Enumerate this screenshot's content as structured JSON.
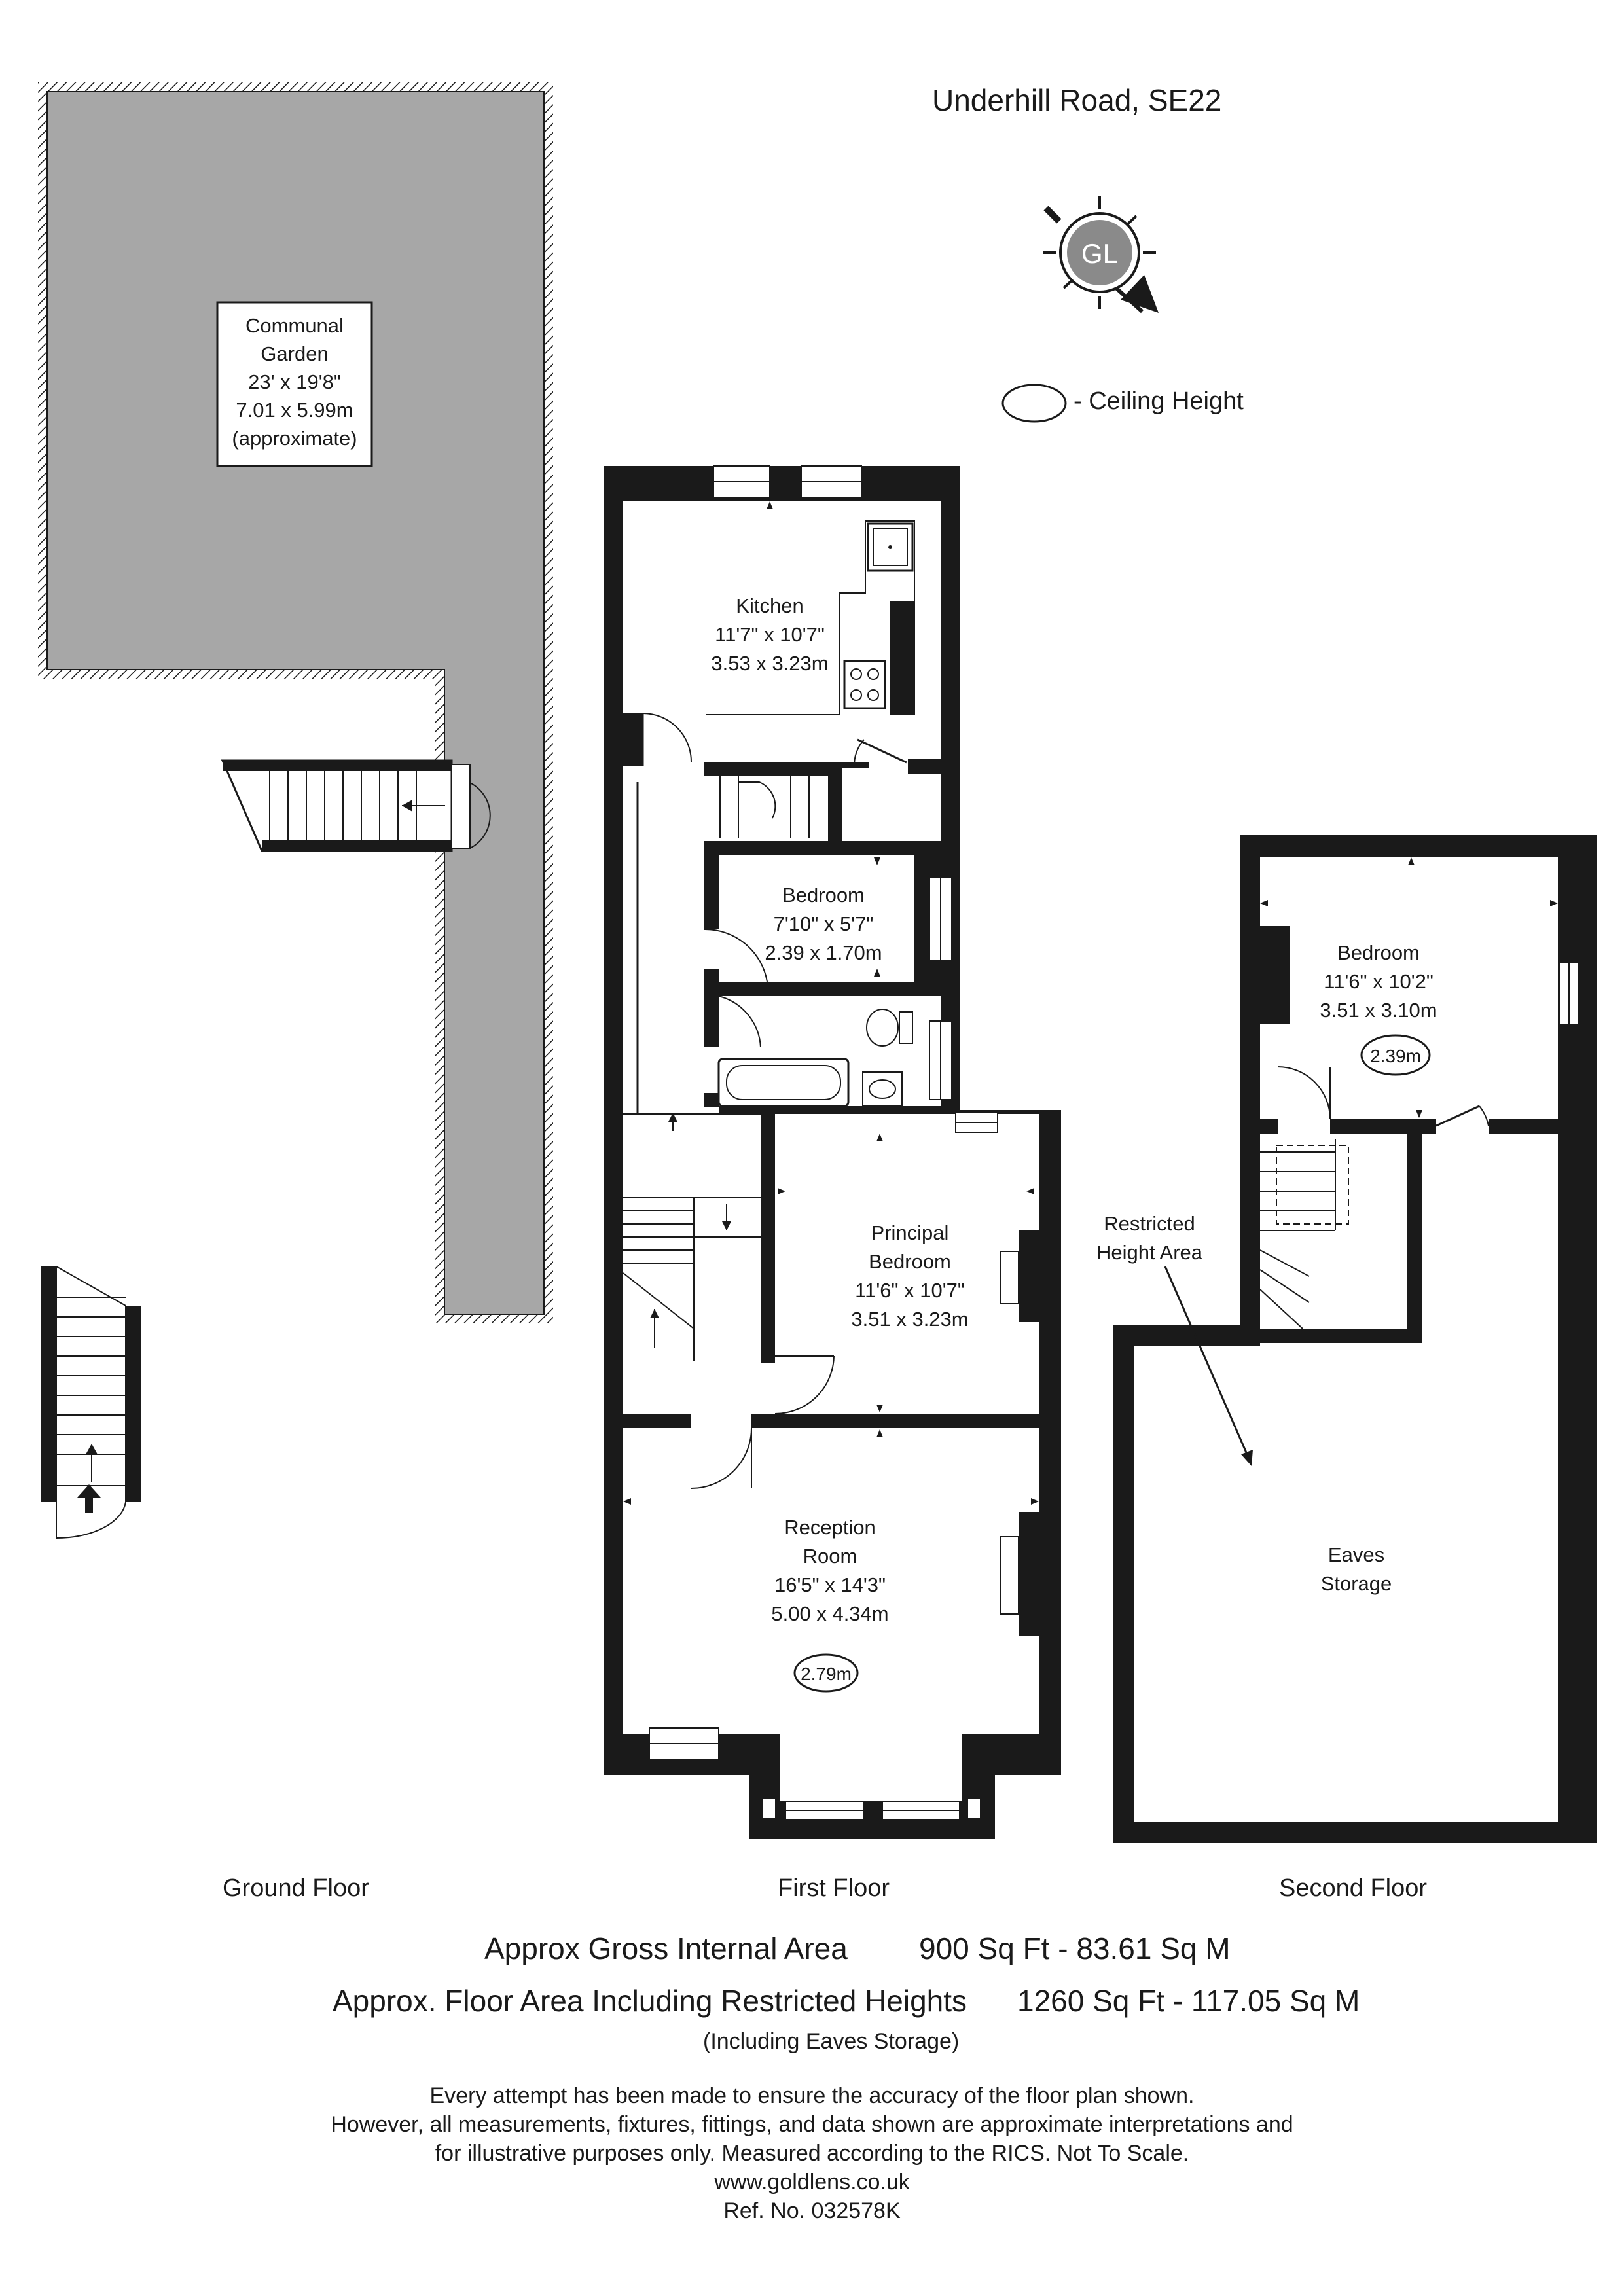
{
  "title": "Underhill Road, SE22",
  "compass": {
    "label": "GL",
    "icon": "compass-icon"
  },
  "legend": {
    "label": "- Ceiling Height",
    "icon": "ellipse-icon"
  },
  "rooms": {
    "garden": {
      "lines": [
        "Communal",
        "Garden",
        "23' x 19'8\"",
        "7.01 x 5.99m",
        "(approximate)"
      ]
    },
    "kitchen": {
      "lines": [
        "Kitchen",
        "11'7\" x 10'7\"",
        "3.53 x 3.23m"
      ]
    },
    "bedroom_first": {
      "lines": [
        "Bedroom",
        "7'10\" x 5'7\"",
        "2.39 x 1.70m"
      ]
    },
    "principal_bedroom": {
      "lines": [
        "Principal",
        "Bedroom",
        "11'6\" x 10'7\"",
        "3.51 x 3.23m"
      ]
    },
    "reception": {
      "lines": [
        "Reception",
        "Room",
        "16'5\" x 14'3\"",
        "5.00 x 4.34m"
      ],
      "ceiling": "2.79m"
    },
    "bedroom_second": {
      "lines": [
        "Bedroom",
        "11'6\" x 10'2\"",
        "3.51 x 3.10m"
      ],
      "ceiling": "2.39m"
    },
    "restricted": {
      "lines": [
        "Restricted",
        "Height Area"
      ]
    },
    "eaves": {
      "lines": [
        "Eaves",
        "Storage"
      ]
    }
  },
  "floors": {
    "ground": "Ground Floor",
    "first": "First Floor",
    "second": "Second Floor"
  },
  "areas": {
    "gross_label": "Approx Gross Internal Area",
    "gross_value": "900 Sq Ft  -  83.61 Sq M",
    "restricted_label": "Approx. Floor Area Including Restricted Heights",
    "restricted_value": "1260 Sq Ft  -  117.05 Sq M",
    "note": "(Including Eaves Storage)"
  },
  "disclaimer": [
    "Every attempt has been made to ensure the accuracy of the floor plan shown.",
    "However, all measurements, fixtures, fittings, and data shown are approximate interpretations and",
    "for illustrative purposes only. Measured according to the RICS. Not To Scale.",
    "www.goldlens.co.uk",
    "Ref. No. 032578K"
  ],
  "colors": {
    "wall": "#1a1a1a",
    "garden_fill": "#a7a7a7",
    "background": "#ffffff"
  }
}
